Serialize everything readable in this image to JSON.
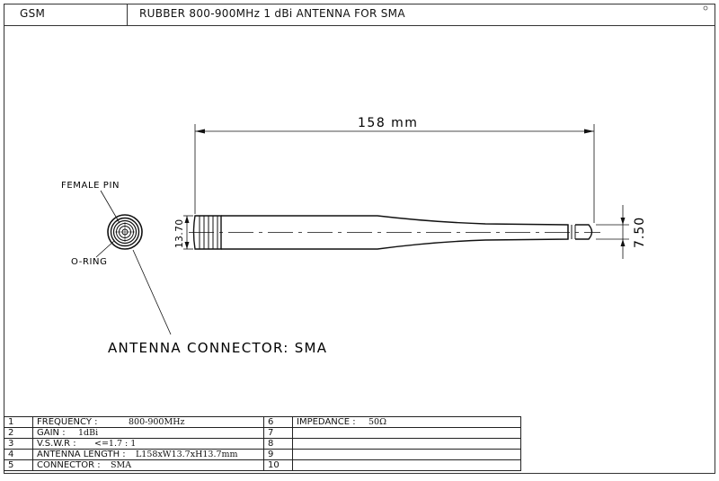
{
  "header": {
    "category": "GSM",
    "title": "RUBBER 800-900MHz 1 dBi ANTENNA FOR SMA"
  },
  "drawing": {
    "length_dim": "158 mm",
    "base_dia_dim": "13.70",
    "tip_dia_dim": "7.50",
    "female_pin_label": "FEMALE PIN",
    "o_ring_label": "O-RING",
    "connector_label": "ANTENNA CONNECTOR: SMA"
  },
  "specs": {
    "rows": [
      {
        "left_num": "1",
        "left_label": "FREQUENCY  :",
        "left_value": "800-900MHz",
        "right_num": "6",
        "right_label": "IMPEDANCE  :",
        "right_value": "50Ω"
      },
      {
        "left_num": "2",
        "left_label": "GAIN  :",
        "left_value": "1dBi",
        "right_num": "7",
        "right_label": "",
        "right_value": ""
      },
      {
        "left_num": "3",
        "left_label": "V.S.W.R  :",
        "left_value": "<=1.7 : 1",
        "right_num": "8",
        "right_label": "",
        "right_value": ""
      },
      {
        "left_num": "4",
        "left_label": "ANTENNA LENGTH  :",
        "left_value": "L158xW13.7xH13.7mm",
        "right_num": "9",
        "right_label": "",
        "right_value": ""
      },
      {
        "left_num": "5",
        "left_label": "CONNECTOR  :",
        "left_value": "SMA",
        "right_num": "10",
        "right_label": "",
        "right_value": ""
      }
    ]
  }
}
